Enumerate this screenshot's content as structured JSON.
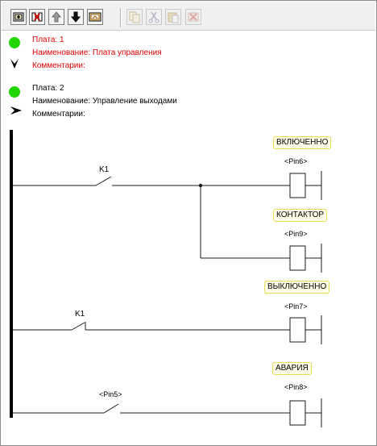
{
  "toolbar": {
    "buttons": [
      {
        "name": "add-board-button",
        "icon": "add-board-icon",
        "enabled": true
      },
      {
        "name": "delete-board-button",
        "icon": "delete-board-icon",
        "enabled": true
      },
      {
        "name": "move-up-button",
        "icon": "arrow-up-icon",
        "enabled": true
      },
      {
        "name": "move-down-button",
        "icon": "arrow-down-icon",
        "enabled": true
      },
      {
        "name": "board-properties-button",
        "icon": "board-properties-icon",
        "enabled": true
      },
      {
        "name": "copy-button",
        "icon": "copy-icon",
        "enabled": false
      },
      {
        "name": "cut-button",
        "icon": "scissors-icon",
        "enabled": false
      },
      {
        "name": "paste-button",
        "icon": "paste-icon",
        "enabled": false
      },
      {
        "name": "delete-button",
        "icon": "delete-icon",
        "enabled": false
      }
    ]
  },
  "boards": [
    {
      "number_line": "Плата: 1",
      "name_line": "Наименование: Плата управления",
      "comment_line": "Комментарии:",
      "status_color": "#21d500",
      "text_color": "#e00000",
      "selected": true
    },
    {
      "number_line": "Плата: 2",
      "name_line": "Наименование: Управление выходами",
      "comment_line": "Комментарии:",
      "status_color": "#21d500",
      "text_color": "#000000",
      "selected": false
    }
  ],
  "ladder": {
    "rungs": [
      {
        "coil_label": "ВКЛЮЧЕННО",
        "coil_pin": "<Pin6>",
        "contact_label": "K1",
        "contact_type": "normally-open"
      },
      {
        "coil_label": "КОНТАКТОР",
        "coil_pin": "<Pin9>",
        "contact_label": "",
        "contact_type": "branch"
      },
      {
        "coil_label": "ВЫКЛЮЧЕННО",
        "coil_pin": "<Pin7>",
        "contact_label": "K1",
        "contact_type": "normally-closed"
      },
      {
        "coil_label": "АВАРИЯ",
        "coil_pin": "<Pin8>",
        "contact_label": "<Pin5>",
        "contact_type": "normally-open"
      }
    ]
  }
}
